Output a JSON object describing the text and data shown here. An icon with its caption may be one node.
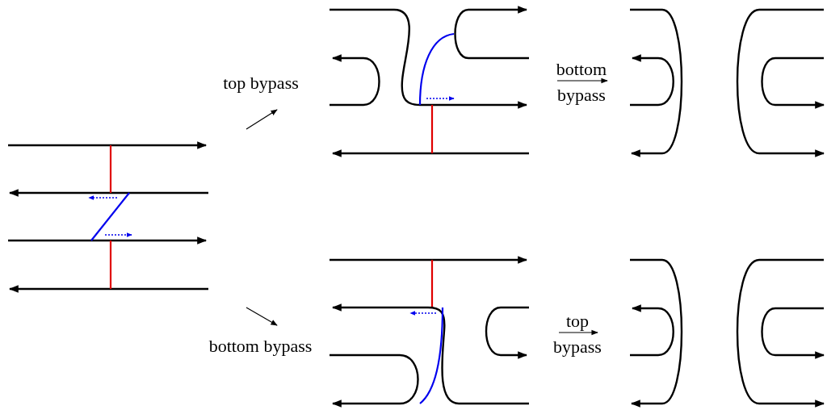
{
  "diagram": {
    "nodes": [
      {
        "text": [],
        "shape": "picture"
      },
      {
        "text": [],
        "shape": "picture"
      },
      {
        "text": [],
        "shape": "picture"
      },
      {
        "text": [],
        "shape": "picture"
      },
      {
        "text": [],
        "shape": "picture"
      }
    ],
    "edges": [
      {
        "from": 0,
        "to": 1,
        "arrow": "to",
        "label": "top bypass"
      },
      {
        "from": 0,
        "to": 3,
        "arrow": "to",
        "label": "bottom bypass"
      },
      {
        "from": 1,
        "to": 2,
        "arrow": "to",
        "label": "bottom bypass"
      },
      {
        "from": 3,
        "to": 4,
        "arrow": "to",
        "label": "top bypass"
      }
    ]
  }
}
